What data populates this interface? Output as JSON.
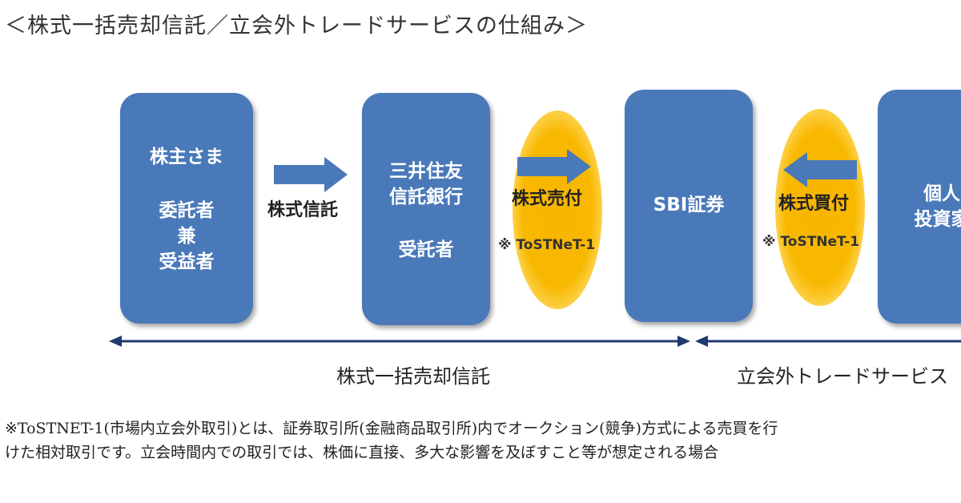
{
  "title": "＜株式一括売却信託／立会外トレードサービスの仕組み＞",
  "boxes": {
    "shareholder": {
      "line1": "株主さま",
      "line2": "委託者",
      "line3": "兼",
      "line4": "受益者"
    },
    "trust_bank": {
      "line1": "三井住友",
      "line2": "信託銀行",
      "line3": "受託者"
    },
    "sbi": {
      "label": "SBI証券"
    },
    "investor": {
      "line1": "個人",
      "line2": "投資家"
    }
  },
  "arrows": {
    "trust": "株式信託",
    "sell": "株式売付",
    "buy": "株式買付"
  },
  "tostnet": {
    "left": "※ ToSTNeT-1",
    "right": "※ ToSTNeT-1"
  },
  "ranges": {
    "left": "株式一括売却信託",
    "right": "立会外トレードサービス"
  },
  "footnote": {
    "line1": "※ToSTNET-1(市場内立会外取引)とは、証券取引所(金融商品取引所)内でオークション(競争)方式による売買を行",
    "line2": "けた相対取引です。立会時間内での取引では、株価に直接、多大な影響を及ぼすこと等が想定される場合"
  },
  "colors": {
    "box": "#4a79b9",
    "glow": "#f8b800",
    "range_arrow": "#1f3a6e"
  }
}
